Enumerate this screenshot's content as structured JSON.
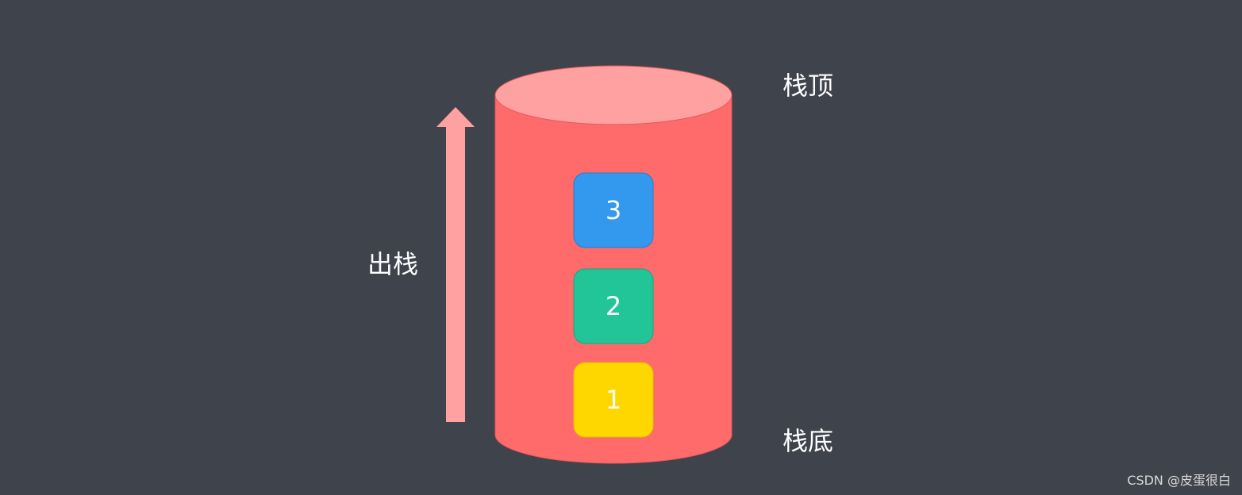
{
  "labels": {
    "stack_top": "栈顶",
    "stack_bottom": "栈底",
    "pop": "出栈"
  },
  "elements": [
    {
      "label": "3",
      "color": "#3399ee"
    },
    {
      "label": "2",
      "color": "#22c598"
    },
    {
      "label": "1",
      "color": "#ffd700"
    }
  ],
  "colors": {
    "background": "#3f434c",
    "cylinder_body": "#ff6b6b",
    "cylinder_top": "#ffa1a1",
    "arrow": "#ffa1a1"
  },
  "watermark": "CSDN @皮蛋很白"
}
